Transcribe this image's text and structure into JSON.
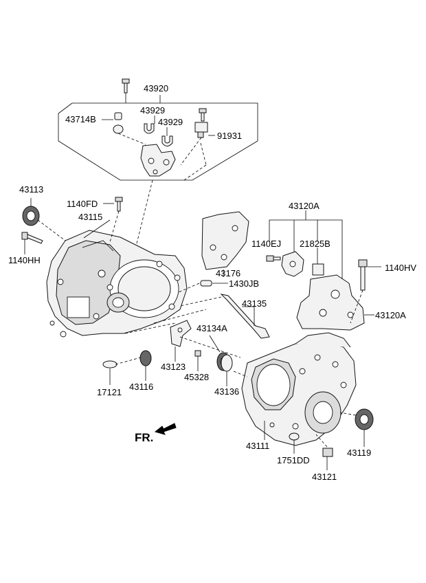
{
  "labels": {
    "p43920": "43920",
    "p43714B": "43714B",
    "p43929a": "43929",
    "p43929b": "43929",
    "p91931": "91931",
    "p43113": "43113",
    "p1140FD": "1140FD",
    "p43115": "43115",
    "p1140HH": "1140HH",
    "p43120A_top": "43120A",
    "p1140EJ": "1140EJ",
    "p21825B": "21825B",
    "p1140HV": "1140HV",
    "p43176": "43176",
    "p1430JB": "1430JB",
    "p43135": "43135",
    "p43120A_right": "43120A",
    "p43134A": "43134A",
    "p43123": "43123",
    "p45328": "45328",
    "p43136": "43136",
    "p17121": "17121",
    "p43116": "43116",
    "p43111": "43111",
    "p1751DD": "1751DD",
    "p43119": "43119",
    "p43121": "43121"
  },
  "direction": {
    "label": "FR.",
    "icon": "front-direction-arrow-icon"
  }
}
